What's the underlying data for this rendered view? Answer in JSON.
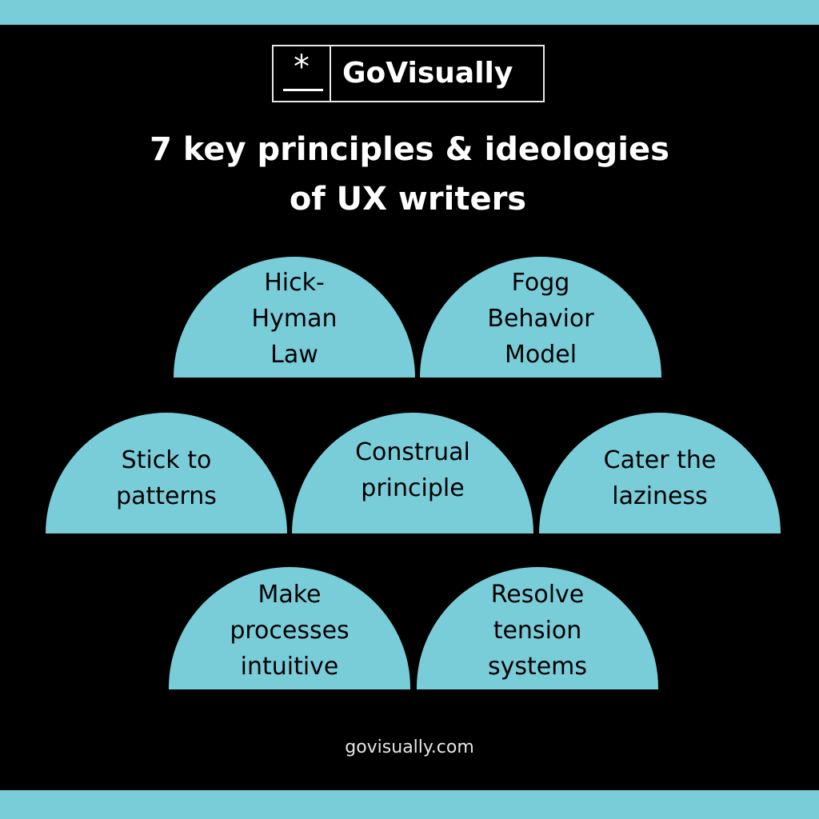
{
  "brand": {
    "logo_mark": "*",
    "name": "GoVisually",
    "icon": "asterisk-underline-icon"
  },
  "title": {
    "line1": "7 key principles & ideologies",
    "line2": "of UX writers"
  },
  "colors": {
    "accent": "#79CDD9",
    "background": "#000000",
    "text_on_accent": "#000000",
    "text_on_dark": "#FFFFFF"
  },
  "principles": [
    {
      "lines": [
        "Hick-",
        "Hyman",
        "Law"
      ]
    },
    {
      "lines": [
        "Fogg",
        "Behavior",
        "Model"
      ]
    },
    {
      "lines": [
        "Stick to",
        "patterns"
      ]
    },
    {
      "lines": [
        "Construal",
        "principle"
      ]
    },
    {
      "lines": [
        "Cater the",
        "laziness"
      ]
    },
    {
      "lines": [
        "Make",
        "processes",
        "intuitive"
      ]
    },
    {
      "lines": [
        "Resolve",
        "tension",
        "systems"
      ]
    }
  ],
  "footer": {
    "url": "govisually.com"
  }
}
